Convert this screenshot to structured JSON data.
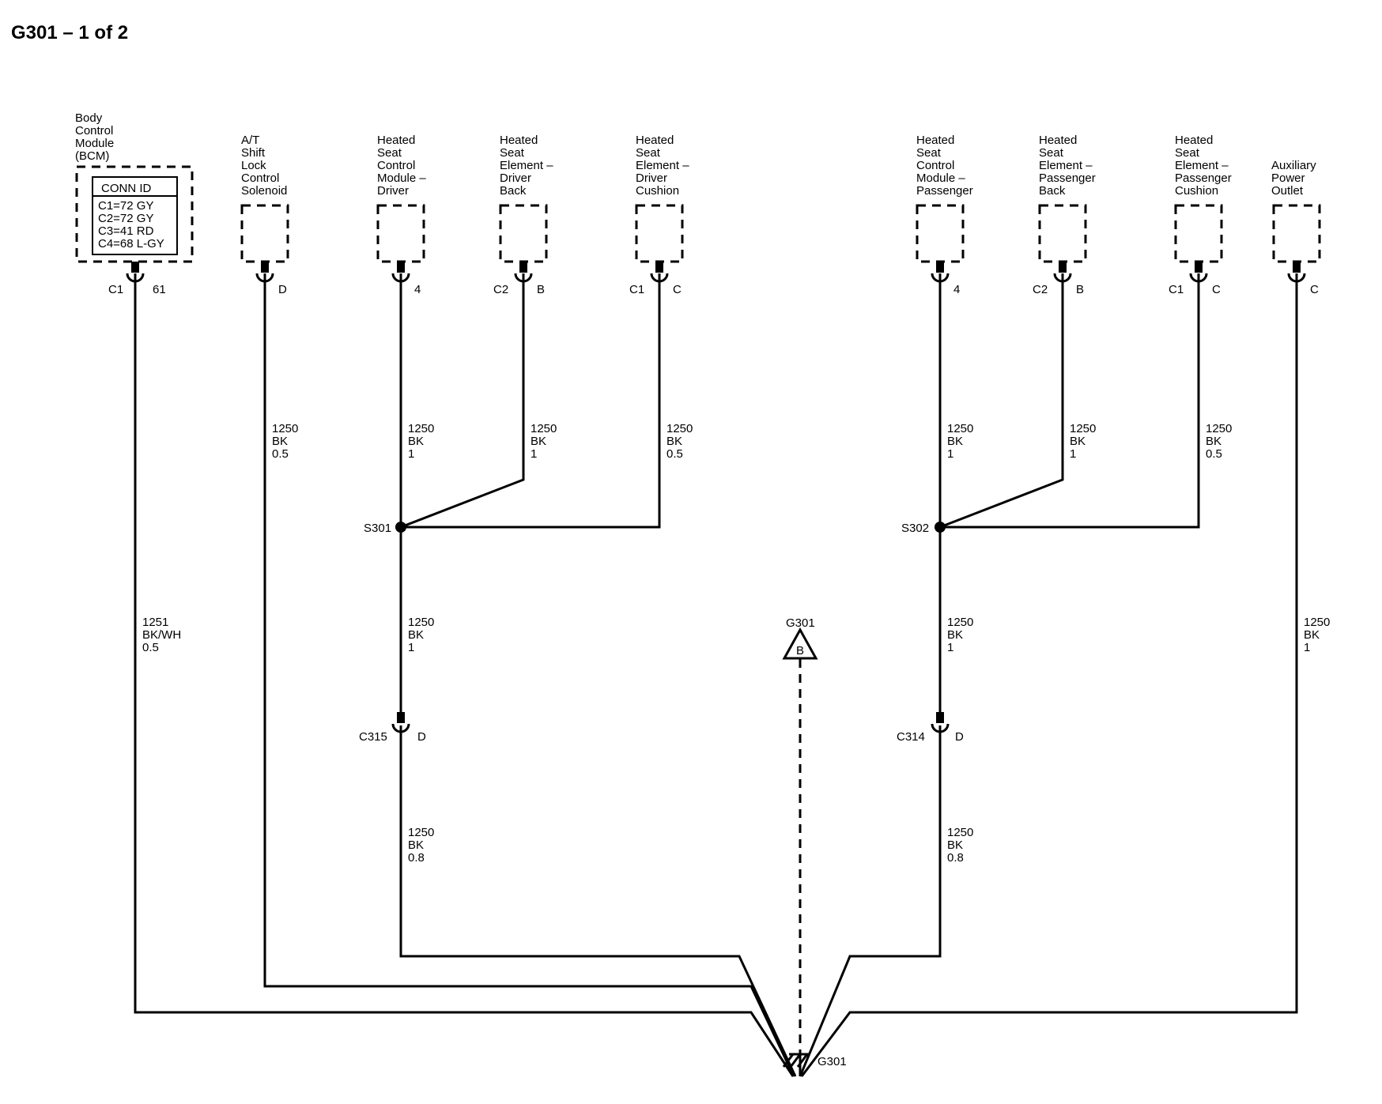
{
  "page_title": "G301 – 1 of 2",
  "bcm": {
    "name": [
      "Body",
      "Control",
      "Module",
      "(BCM)"
    ],
    "conn_id_header": "CONN ID",
    "conn_ids": [
      "C1=72 GY",
      "C2=72 GY",
      "C3=41 RD",
      "C4=68 L-GY"
    ],
    "connector": "C1",
    "pin": "61",
    "wire": {
      "circuit": "1251",
      "color": "BK/WH",
      "size": "0.5"
    }
  },
  "components": [
    {
      "id": "at_shift",
      "name": [
        "A/T",
        "Shift",
        "Lock",
        "Control",
        "Solenoid"
      ],
      "connector": "",
      "pin": "D",
      "wire": {
        "circuit": "1250",
        "color": "BK",
        "size": "0.5"
      }
    },
    {
      "id": "hscm_driver",
      "name": [
        "Heated",
        "Seat",
        "Control",
        "Module –",
        "Driver"
      ],
      "connector": "",
      "pin": "4",
      "wire": {
        "circuit": "1250",
        "color": "BK",
        "size": "1"
      }
    },
    {
      "id": "hse_driver_back",
      "name": [
        "Heated",
        "Seat",
        "Element –",
        "Driver",
        "Back"
      ],
      "connector": "C2",
      "pin": "B",
      "wire": {
        "circuit": "1250",
        "color": "BK",
        "size": "1"
      }
    },
    {
      "id": "hse_driver_cushion",
      "name": [
        "Heated",
        "Seat",
        "Element –",
        "Driver",
        "Cushion"
      ],
      "connector": "C1",
      "pin": "C",
      "wire": {
        "circuit": "1250",
        "color": "BK",
        "size": "0.5"
      }
    },
    {
      "id": "hscm_passenger",
      "name": [
        "Heated",
        "Seat",
        "Control",
        "Module –",
        "Passenger"
      ],
      "connector": "",
      "pin": "4",
      "wire": {
        "circuit": "1250",
        "color": "BK",
        "size": "1"
      }
    },
    {
      "id": "hse_passenger_back",
      "name": [
        "Heated",
        "Seat",
        "Element –",
        "Passenger",
        "Back"
      ],
      "connector": "C2",
      "pin": "B",
      "wire": {
        "circuit": "1250",
        "color": "BK",
        "size": "1"
      }
    },
    {
      "id": "hse_passenger_cushion",
      "name": [
        "Heated",
        "Seat",
        "Element –",
        "Passenger",
        "Cushion"
      ],
      "connector": "C1",
      "pin": "C",
      "wire": {
        "circuit": "1250",
        "color": "BK",
        "size": "0.5"
      }
    },
    {
      "id": "aux_power",
      "name": [
        "Auxiliary",
        "Power",
        "Outlet"
      ],
      "connector": "",
      "pin": "C",
      "wire": {
        "circuit": "1250",
        "color": "BK",
        "size": "1"
      }
    }
  ],
  "splices": [
    {
      "id": "S301",
      "label": "S301",
      "out_wire": {
        "circuit": "1250",
        "color": "BK",
        "size": "1"
      }
    },
    {
      "id": "S302",
      "label": "S302",
      "out_wire": {
        "circuit": "1250",
        "color": "BK",
        "size": "1"
      }
    }
  ],
  "inline_connectors": [
    {
      "id": "C315",
      "label": "C315",
      "pin": "D",
      "out_wire": {
        "circuit": "1250",
        "color": "BK",
        "size": "0.8"
      }
    },
    {
      "id": "C314",
      "label": "C314",
      "pin": "D",
      "out_wire": {
        "circuit": "1250",
        "color": "BK",
        "size": "0.8"
      }
    }
  ],
  "ground_ref": {
    "label": "G301",
    "letter": "B"
  },
  "ground": {
    "label": "G301"
  }
}
